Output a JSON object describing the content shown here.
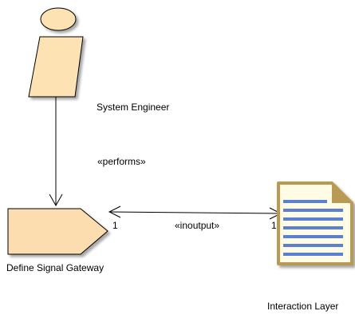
{
  "diagram": {
    "nodes": {
      "role": {
        "label": "System Engineer",
        "kind": "role"
      },
      "task": {
        "label": "Define Signal Gateway",
        "kind": "task"
      },
      "artifact": {
        "label": "Interaction Layer",
        "kind": "work-product"
      }
    },
    "edges": {
      "performs": {
        "stereotype": "«performs»",
        "from": "role",
        "to": "task"
      },
      "inoutput": {
        "stereotype": "«inoutput»",
        "from": "task",
        "to": "artifact",
        "source_multiplicity": "1",
        "target_multiplicity": "1"
      }
    },
    "colors": {
      "role_fill": "#FDE3B3",
      "task_fill": "#FBDDB0",
      "artifact_fill": "#FFFCE6",
      "artifact_border": "#B89A55",
      "artifact_lines": "#5B7FD2",
      "stroke": "#000000"
    }
  }
}
